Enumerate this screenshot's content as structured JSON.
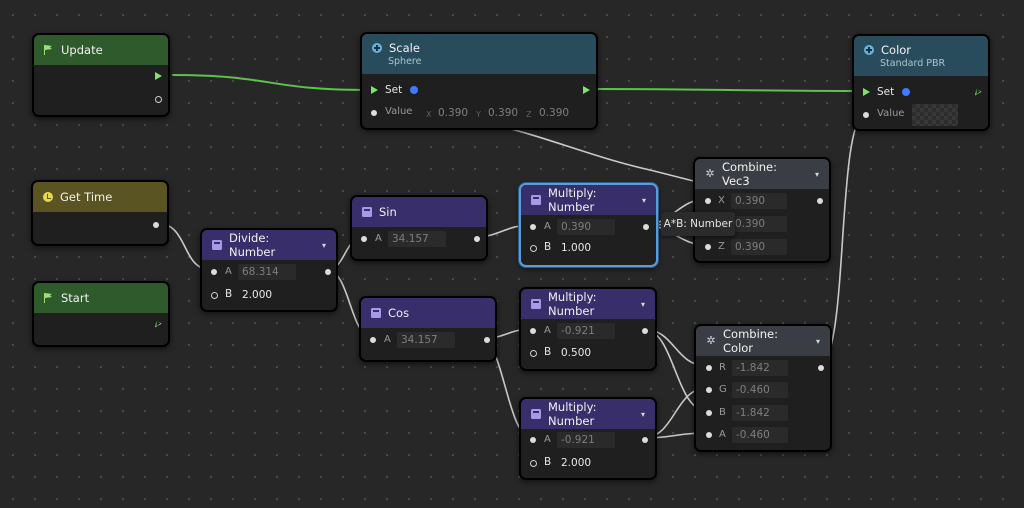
{
  "nodes": {
    "update": {
      "title": "Update"
    },
    "get_time": {
      "title": "Get Time"
    },
    "start": {
      "title": "Start"
    },
    "divide": {
      "title": "Divide: Number",
      "a_label": "A",
      "a_value": "68.314",
      "b_label": "B",
      "b_value": "2.000"
    },
    "sin": {
      "title": "Sin",
      "a_label": "A",
      "a_value": "34.157"
    },
    "cos": {
      "title": "Cos",
      "a_label": "A",
      "a_value": "34.157"
    },
    "scale": {
      "title": "Scale",
      "subtitle": "Sphere",
      "set_label": "Set",
      "value_label": "Value",
      "x_label": "X",
      "x_value": "0.390",
      "y_label": "Y",
      "y_value": "0.390",
      "z_label": "Z",
      "z_value": "0.390"
    },
    "color": {
      "title": "Color",
      "subtitle": "Standard PBR",
      "set_label": "Set",
      "value_label": "Value"
    },
    "multiply1": {
      "title": "Multiply: Number",
      "a_label": "A",
      "a_value": "0.390",
      "b_label": "B",
      "b_value": "1.000"
    },
    "multiply2": {
      "title": "Multiply: Number",
      "a_label": "A",
      "a_value": "-0.921",
      "b_label": "B",
      "b_value": "0.500"
    },
    "multiply3": {
      "title": "Multiply: Number",
      "a_label": "A",
      "a_value": "-0.921",
      "b_label": "B",
      "b_value": "2.000"
    },
    "combine_vec3": {
      "title": "Combine: Vec3",
      "x_label": "X",
      "x_value": "0.390",
      "y_label": "Y",
      "y_value": "0.390",
      "z_label": "Z",
      "z_value": "0.390"
    },
    "combine_color": {
      "title": "Combine: Color",
      "r_label": "R",
      "r_value": "-1.842",
      "g_label": "G",
      "g_value": "-0.460",
      "b_label": "B",
      "b_value": "-1.842",
      "a_label": "A",
      "a_value": "-0.460"
    }
  },
  "tooltip": "A*B: Number",
  "caret": "▾",
  "colors": {
    "exec_wire": "#5ec24e",
    "data_wire": "#c8c8c8",
    "selection": "#5b9bd8",
    "accent_blue": "#3f7bff"
  },
  "icons": {
    "event": "flag-icon",
    "time": "clock-icon",
    "math": "calculator-icon",
    "setter": "plus-circle-icon",
    "combine": "gear-icon"
  }
}
